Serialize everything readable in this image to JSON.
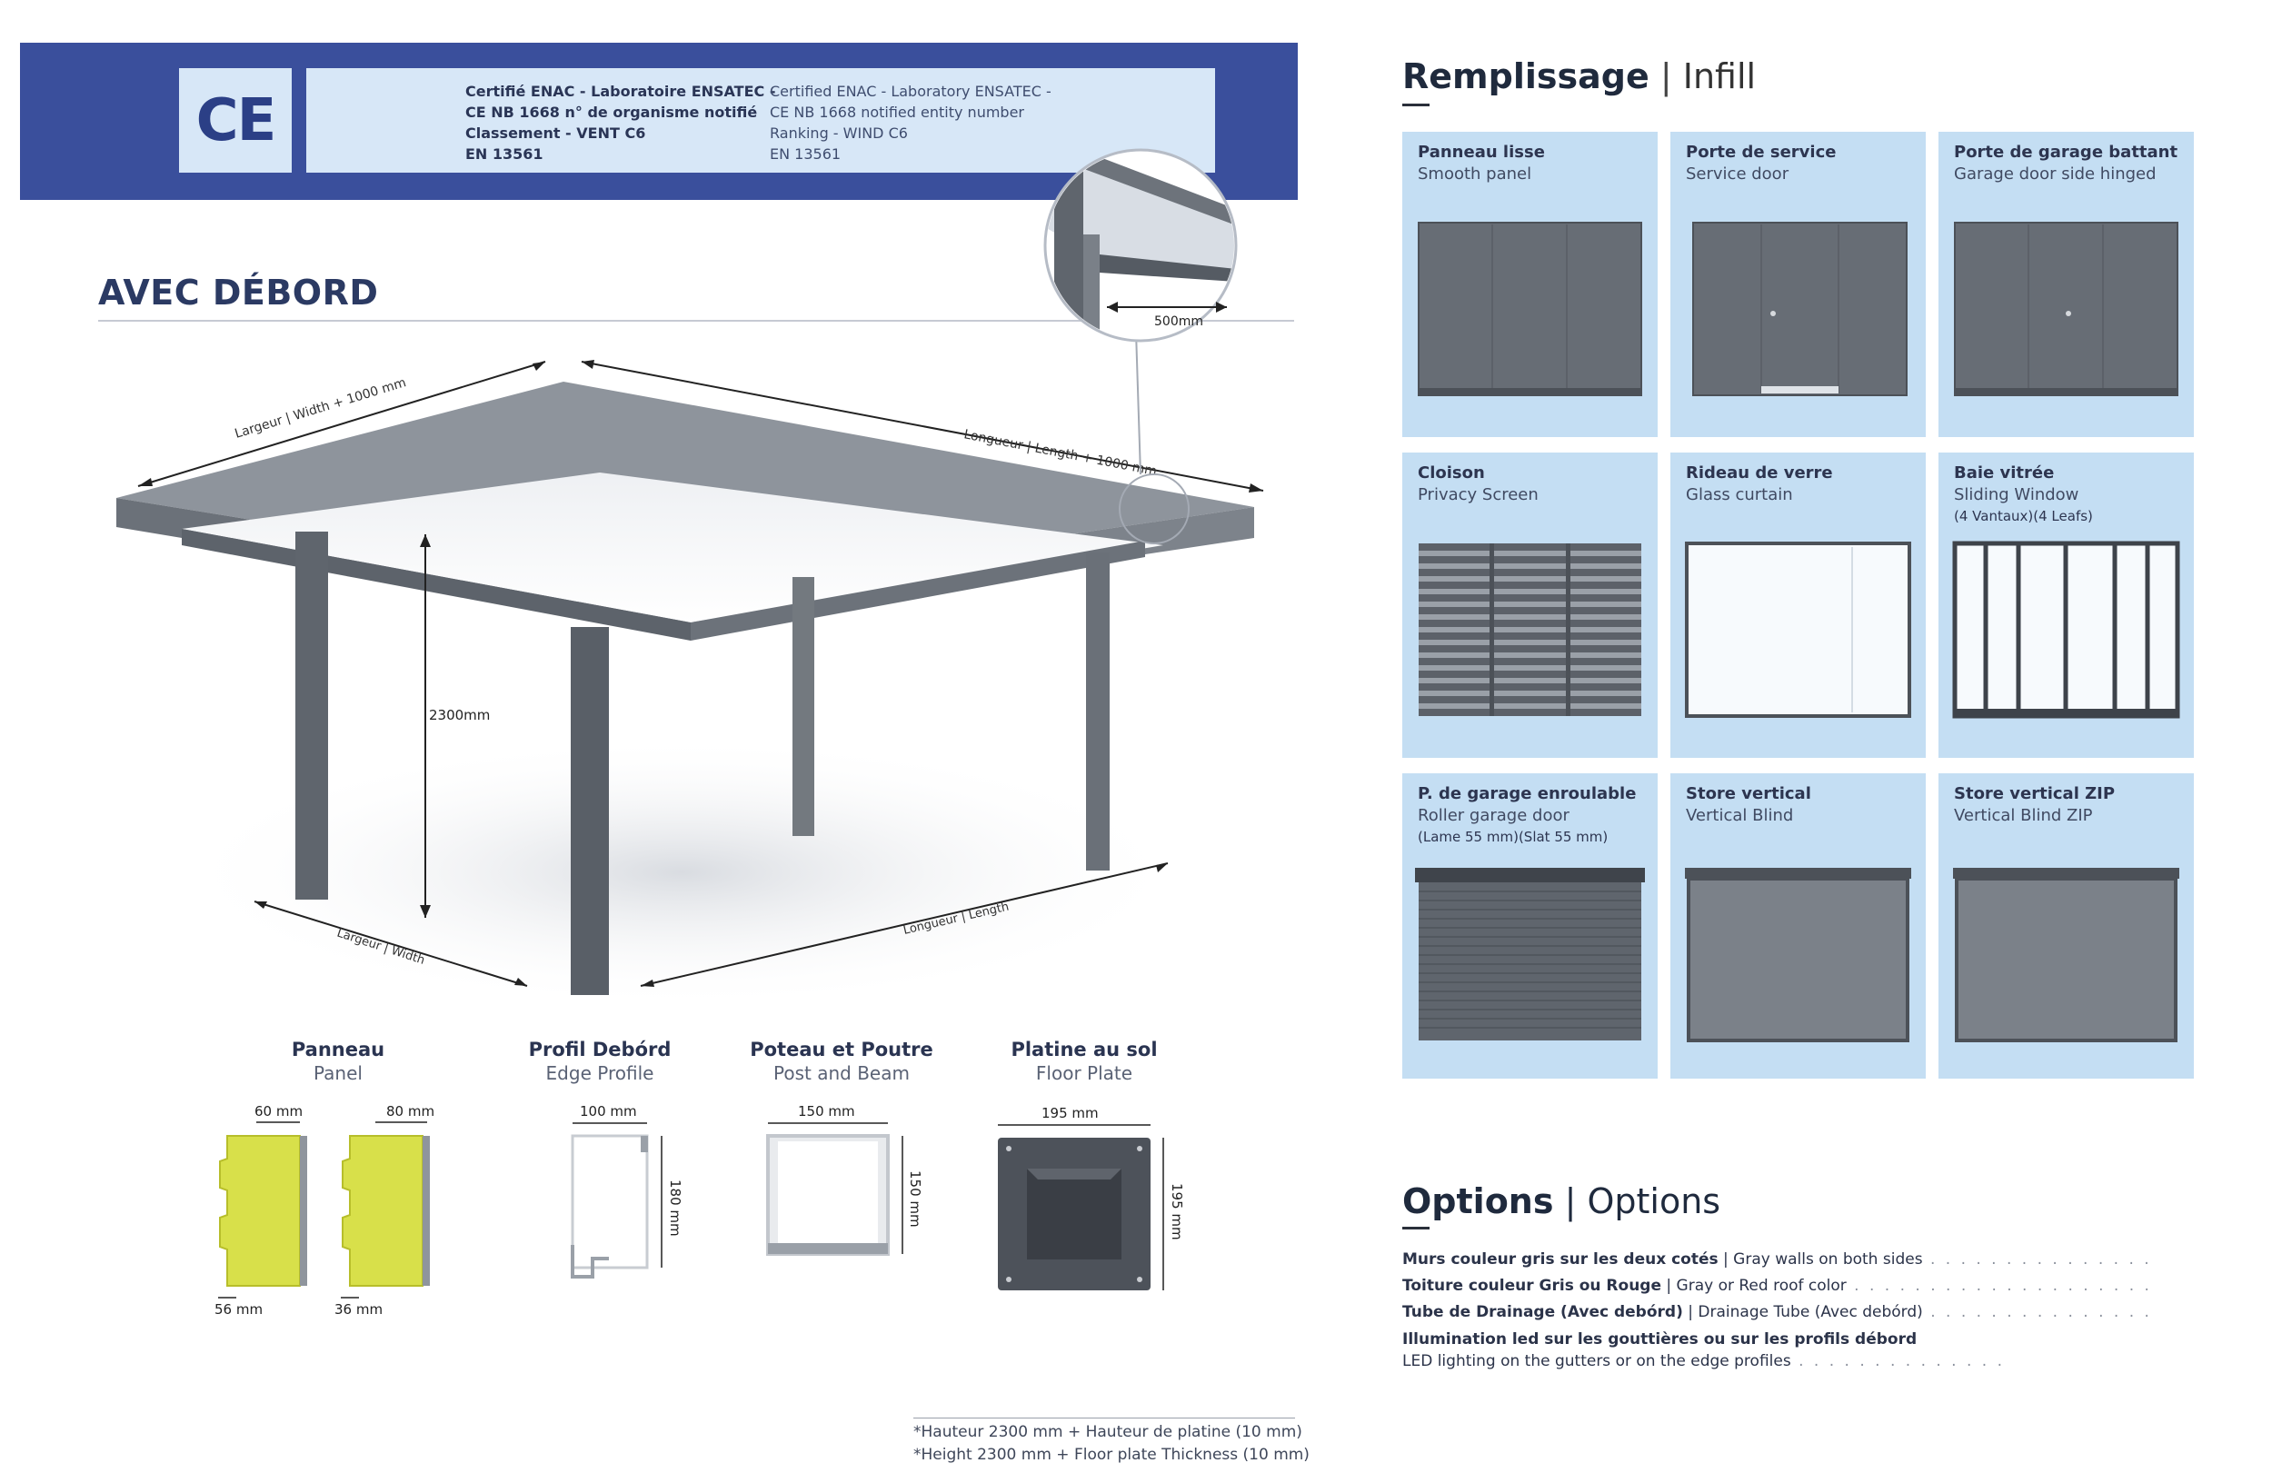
{
  "ce_banner": {
    "mark": "CE",
    "fr_lines": [
      "Certifié ENAC - Laboratoire ENSATEC -",
      "CE NB 1668 n° de organisme notifié",
      "Classement - VENT C6",
      "EN 13561"
    ],
    "en_lines": [
      "Certified ENAC - Laboratory ENSATEC -",
      "CE NB 1668 notified entity number",
      "Ranking - WIND C6",
      "EN 13561"
    ]
  },
  "left": {
    "title": "AVEC DÉBORD",
    "detail_dimension": "500mm",
    "dims": {
      "width_top": "Largeur | Width + 1000 mm",
      "length_top": "Longueur | Length + 1000 mm",
      "height": "2300mm",
      "width_bottom": "Largeur | Width",
      "length_bottom": "Longueur | Length"
    },
    "profiles": [
      {
        "fr": "Panneau",
        "en": "Panel"
      },
      {
        "fr": "Profil Debórd",
        "en": "Edge Profile"
      },
      {
        "fr": "Poteau et Poutre",
        "en": "Post and Beam"
      },
      {
        "fr": "Platine au sol",
        "en": "Floor Plate"
      }
    ],
    "profile_dims": {
      "panel_a_top": "60 mm",
      "panel_a_bottom": "56 mm",
      "panel_b_top": "80 mm",
      "panel_b_bottom": "36 mm",
      "edge_w": "100 mm",
      "edge_h": "180 mm",
      "post_w": "150 mm",
      "post_h": "150 mm",
      "plate_w": "195 mm",
      "plate_h": "195 mm"
    },
    "footnote": [
      "*Hauteur 2300 mm + Hauteur de platine (10 mm)",
      "*Height 2300 mm + Floor plate Thickness (10 mm)"
    ]
  },
  "infill": {
    "title_bold": "Remplissage",
    "separator": "|",
    "title_en": "Infill",
    "tiles": [
      {
        "fr": "Panneau lisse",
        "en": "Smooth panel",
        "extra": "",
        "icon": "smooth-panel-icon"
      },
      {
        "fr": "Porte de service",
        "en": "Service door",
        "extra": "",
        "icon": "service-door-icon"
      },
      {
        "fr": "Porte de garage battant",
        "en": "Garage door side hinged",
        "extra": "",
        "icon": "hinged-garage-door-icon"
      },
      {
        "fr": "Cloison",
        "en": "Privacy Screen",
        "extra": "",
        "icon": "privacy-screen-icon"
      },
      {
        "fr": "Rideau de verre",
        "en": "Glass curtain",
        "extra": "",
        "icon": "glass-curtain-icon"
      },
      {
        "fr": "Baie vitrée",
        "en": "Sliding Window",
        "extra": "(4 Vantaux)(4 Leafs)",
        "icon": "sliding-window-icon"
      },
      {
        "fr": "P. de garage enroulable",
        "en": "Roller garage door",
        "extra": "(Lame 55 mm)(Slat 55 mm)",
        "icon": "roller-garage-door-icon"
      },
      {
        "fr": "Store vertical",
        "en": "Vertical Blind",
        "extra": "",
        "icon": "vertical-blind-icon"
      },
      {
        "fr": "Store vertical ZIP",
        "en": "Vertical Blind ZIP",
        "extra": "",
        "icon": "vertical-blind-zip-icon"
      }
    ]
  },
  "options": {
    "title_bold": "Options",
    "separator": "|",
    "title_en": "Options",
    "items": [
      {
        "fr": "Murs couleur gris sur les deux cotés",
        "sep": " | ",
        "en": "Gray walls on both sides",
        "dots": " . . . . . . . . . . . . . . . . . . . . ."
      },
      {
        "fr": "Toiture couleur Gris ou Rouge",
        "sep": " | ",
        "en": "Gray or Red roof color",
        "dots": " . . . . . . . . . . . . . . . . . . . . . . . . . ."
      },
      {
        "fr": "Tube de Drainage (Avec debórd)",
        "sep": " | ",
        "en": "Drainage Tube (Avec debórd)",
        "dots": " . . . . . . . . . . . . . . . . . ."
      },
      {
        "fr": "Illumination led sur les gouttières ou sur les profils débord",
        "sep": "",
        "en": "",
        "dots": ""
      },
      {
        "fr": "",
        "sep": "",
        "en": "LED lighting on the gutters or on the edge profiles",
        "dots": " . . . . . . . . . . . . . ."
      }
    ]
  }
}
